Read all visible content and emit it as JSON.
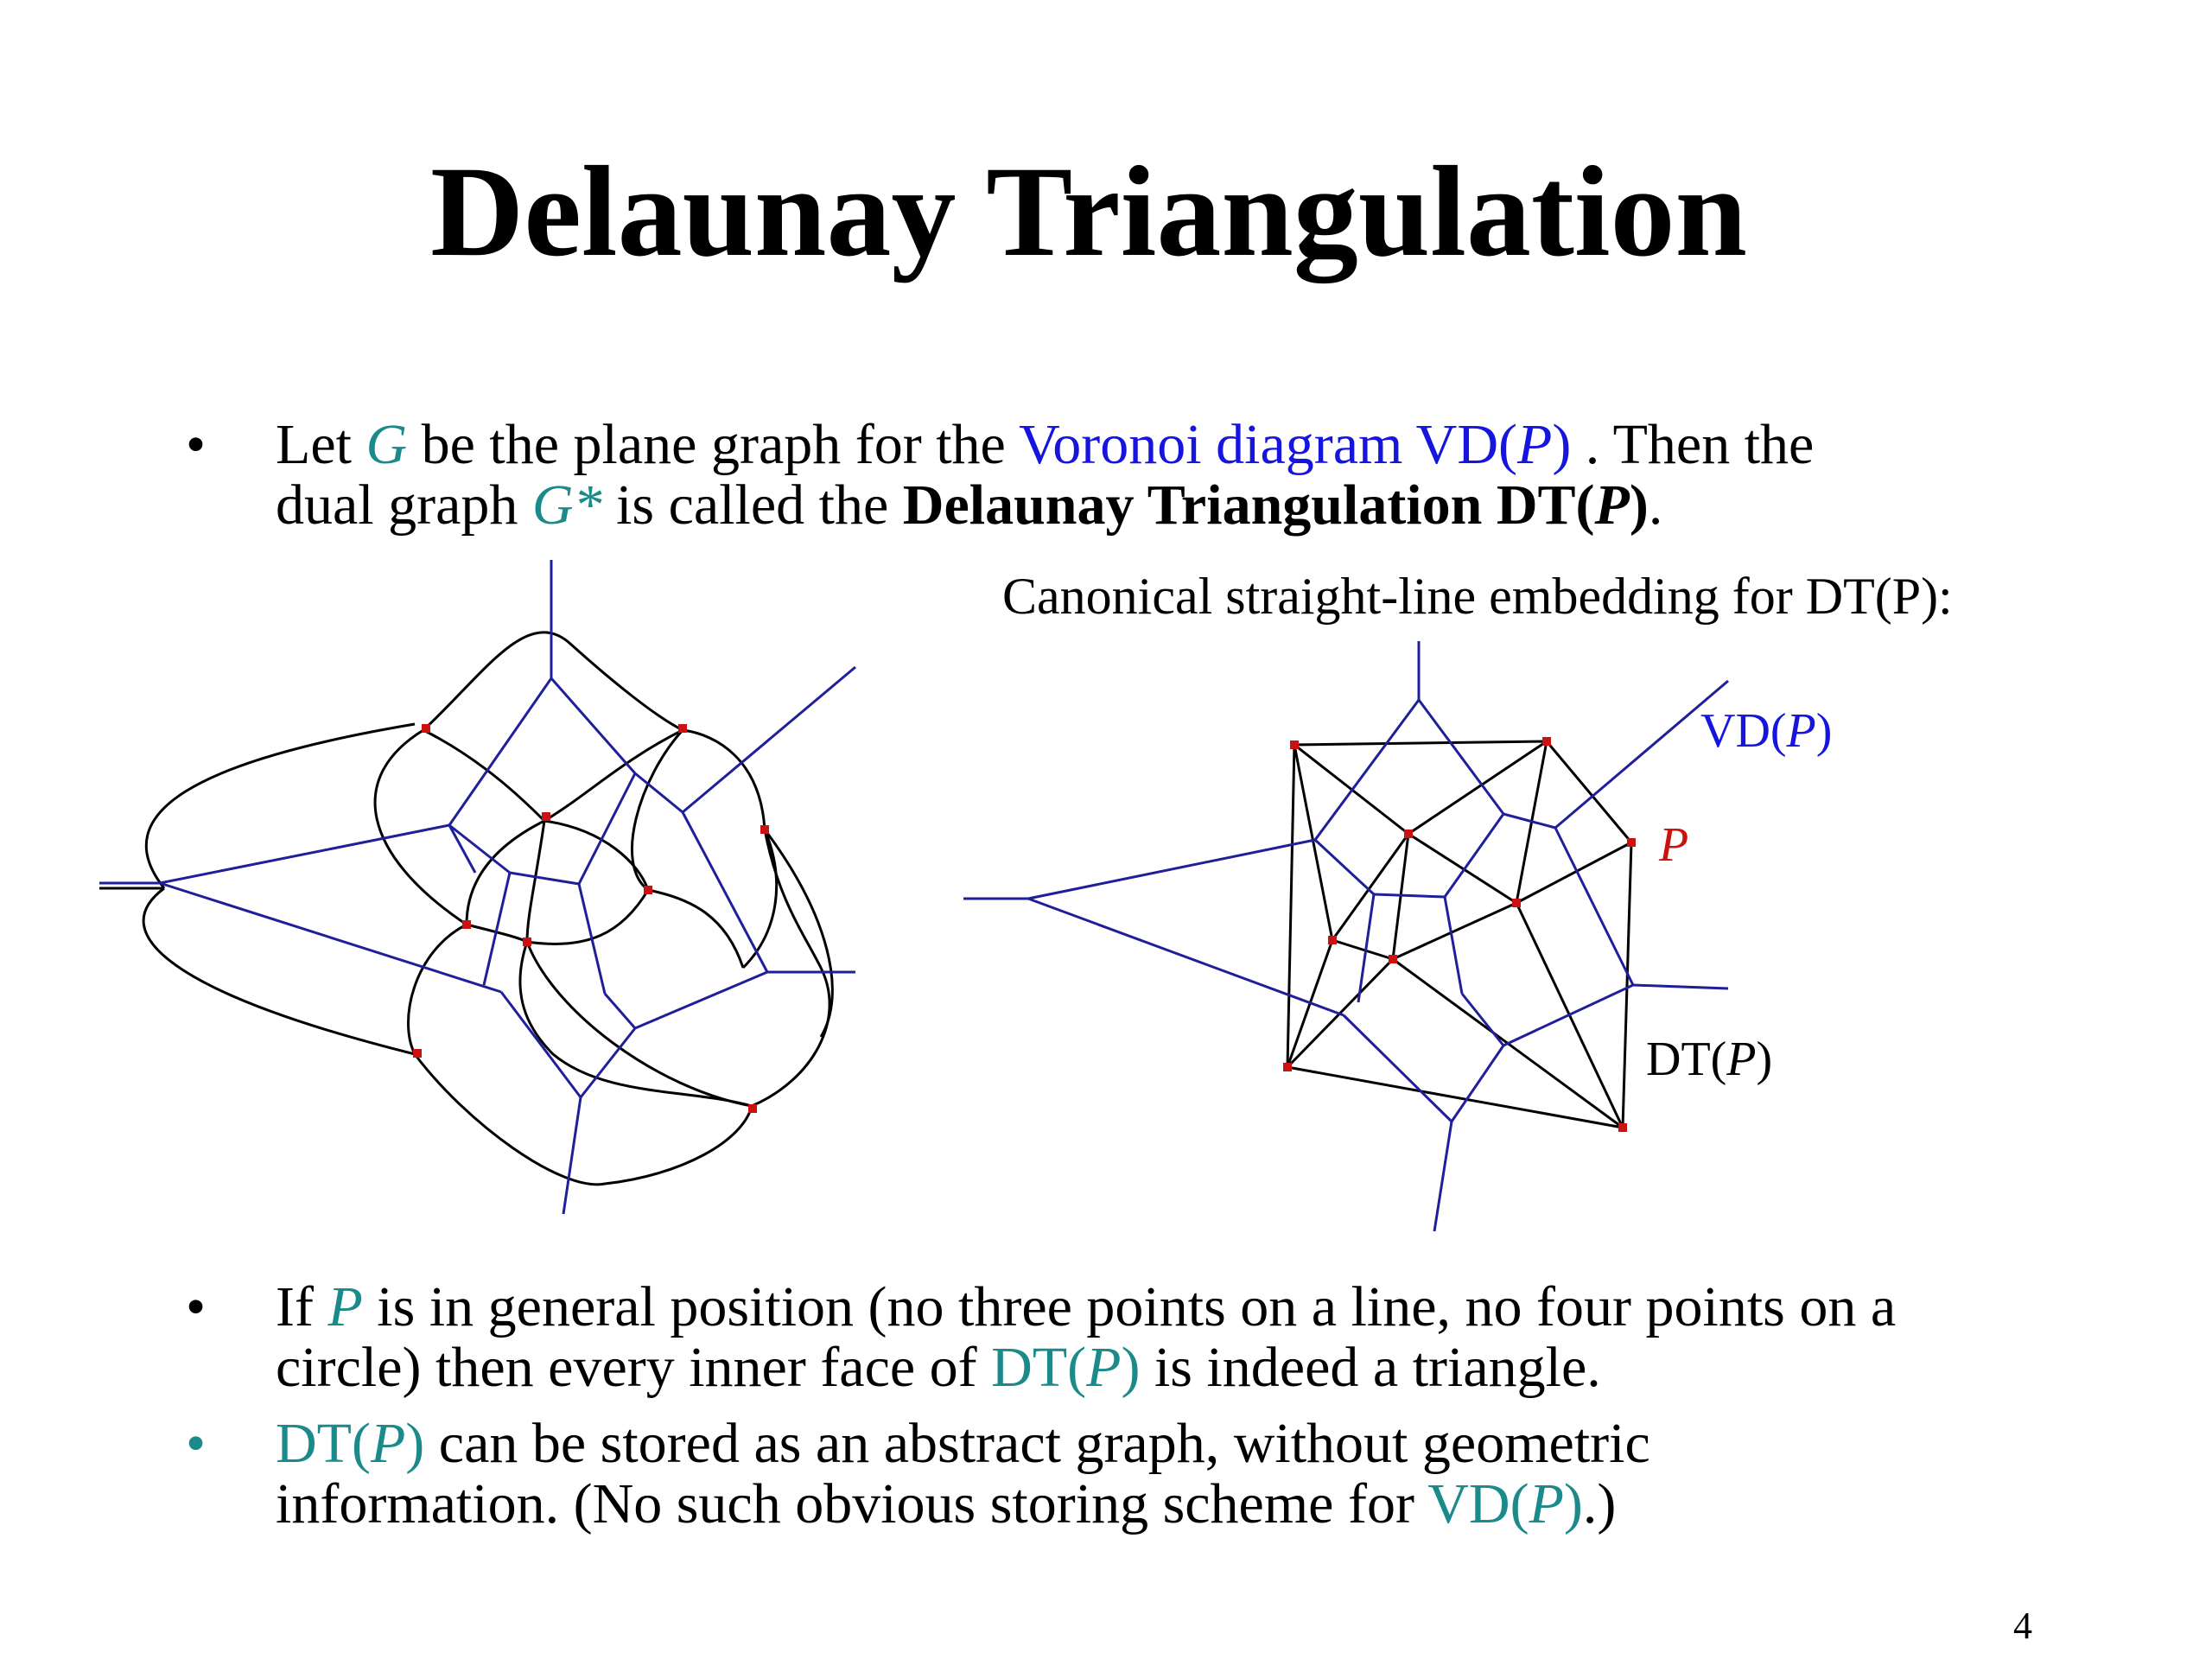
{
  "title": "Delaunay Triangulation",
  "bullet_symbol": "•",
  "bullets": [
    {
      "p1": "Let ",
      "g": "G",
      "p2": " be the plane graph for the ",
      "vd_link": "Voronoi diagram VD(",
      "p_italic": "P",
      "close": ")",
      "p3": " . Then the",
      "p4": "dual graph ",
      "gstar": "G*",
      "p5": " is called the ",
      "dt_bold": "Delaunay Triangulation DT(",
      "p_bold": "P",
      "dt_close": ")",
      "period": "."
    },
    {
      "p1": "If ",
      "p_teal": "P",
      "p2": " is in general position (no three points on a line, no four points on a",
      "p3": "circle) then every inner face of ",
      "dt_open": "DT(",
      "dt_p": "P",
      "dt_close": ")",
      "p4": " is indeed a triangle."
    },
    {
      "dt_open": "DT(",
      "dt_p": "P",
      "dt_close": ")",
      "p1": " can be stored as an abstract graph, without geometric",
      "p2": "information. (No such obvious storing scheme for ",
      "vd_open": "VD(",
      "vd_p": "P",
      "vd_close": ")",
      "p3": ".)"
    }
  ],
  "caption": "Canonical straight-line embedding for DT(P):",
  "labels": {
    "vd": {
      "open": "VD(",
      "p": "P",
      "close": ")"
    },
    "p": "P",
    "dt": {
      "open": "DT(",
      "p": "P",
      "close": ")"
    }
  },
  "page_number": "4",
  "colors": {
    "voronoi_edges": "#1f1f9a",
    "delaunay_edges": "#000000",
    "sites": "#cc1111",
    "teal_text": "#1a8a8a",
    "blue_text": "#1515dd"
  }
}
